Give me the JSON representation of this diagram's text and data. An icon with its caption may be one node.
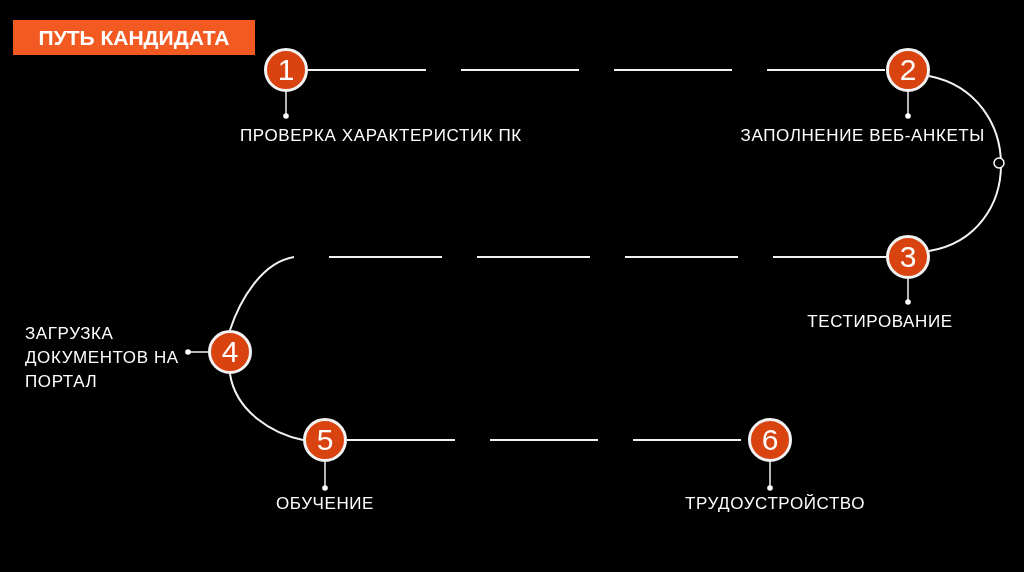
{
  "diagram": {
    "title": "ПУТЬ КАНДИДАТА",
    "nodes": [
      {
        "text": [
          "1"
        ]
      },
      {
        "text": [
          "ПРОВЕРКА ХАРАКТЕРИСТИК ПК"
        ]
      },
      {
        "text": [
          "2"
        ]
      },
      {
        "text": [
          "ЗАПОЛНЕНИЕ ВЕБ-АНКЕТЫ"
        ]
      },
      {
        "text": [
          "3"
        ]
      },
      {
        "text": [
          "ТЕСТИРОВАНИЕ"
        ]
      },
      {
        "text": [
          "4"
        ]
      },
      {
        "text": [
          "ЗАГРУЗКА ДОКУМЕНТОВ НА ПОРТАЛ"
        ]
      },
      {
        "text": [
          "5"
        ]
      },
      {
        "text": [
          "ОБУЧЕНИЕ"
        ]
      },
      {
        "text": [
          "6"
        ]
      },
      {
        "text": [
          "ТРУДОУСТРОЙСТВО"
        ]
      }
    ],
    "edges": [
      {
        "from": 0,
        "to": 2,
        "arrow": "none",
        "style": "dashed"
      },
      {
        "from": 2,
        "to": 4,
        "arrow": "none"
      },
      {
        "from": 4,
        "to": 6,
        "arrow": "none",
        "style": "dashed"
      },
      {
        "from": 6,
        "to": 8,
        "arrow": "none"
      },
      {
        "from": 8,
        "to": 10,
        "arrow": "none",
        "style": "dashed"
      },
      {
        "from": 0,
        "to": 1,
        "arrow": "other"
      },
      {
        "from": 2,
        "to": 3,
        "arrow": "other"
      },
      {
        "from": 4,
        "to": 5,
        "arrow": "other"
      },
      {
        "from": 6,
        "to": 7,
        "arrow": "other"
      },
      {
        "from": 8,
        "to": 9,
        "arrow": "other"
      },
      {
        "from": 10,
        "to": 11,
        "arrow": "other"
      }
    ]
  }
}
